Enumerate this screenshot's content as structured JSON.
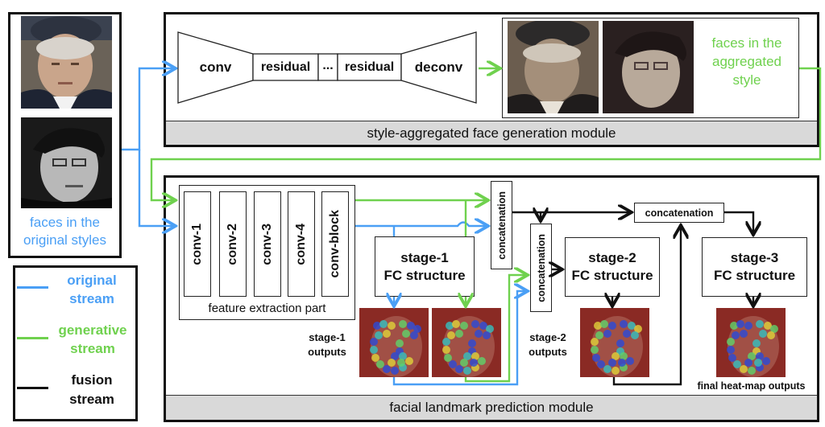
{
  "colors": {
    "original_stream": "#4a9ff5",
    "generative_stream": "#6fd14e",
    "fusion_stream": "#111111",
    "module_band": "#d9d9d9",
    "heatmap_base": "#8a2a24"
  },
  "input_panel": {
    "caption_line1": "faces in the",
    "caption_line2": "original styles",
    "faces": [
      {
        "description": "older man in cap, color photo"
      },
      {
        "description": "young man with glasses, grayscale photo"
      }
    ]
  },
  "legend": {
    "items": [
      {
        "line1": "original",
        "line2": "stream",
        "stream": "original"
      },
      {
        "line1": "generative",
        "line2": "stream",
        "stream": "generative"
      },
      {
        "line1": "fusion",
        "line2": "stream",
        "stream": "fusion"
      }
    ]
  },
  "generation_module": {
    "title": "style-aggregated face generation module",
    "blocks": {
      "conv": "conv",
      "residual1": "residual",
      "ellipsis": "...",
      "residual2": "residual",
      "deconv": "deconv"
    },
    "output_caption_line1": "faces in the",
    "output_caption_line2": "aggregated",
    "output_caption_line3": "style"
  },
  "landmark_module": {
    "title": "facial landmark prediction module",
    "feature_extraction": {
      "label": "feature extraction part",
      "layers": [
        "conv-1",
        "conv-2",
        "conv-3",
        "conv-4",
        "conv-block"
      ]
    },
    "stage1": {
      "line1": "stage-1",
      "line2": "FC structure",
      "outputs_line1": "stage-1",
      "outputs_line2": "outputs"
    },
    "stage2": {
      "line1": "stage-2",
      "line2": "FC structure",
      "outputs_line1": "stage-2",
      "outputs_line2": "outputs"
    },
    "stage3": {
      "line1": "stage-3",
      "line2": "FC structure"
    },
    "concat1": "concatenation",
    "concat2": "concatenation",
    "concat3": "concatenation",
    "final_label": "final heat-map outputs"
  }
}
